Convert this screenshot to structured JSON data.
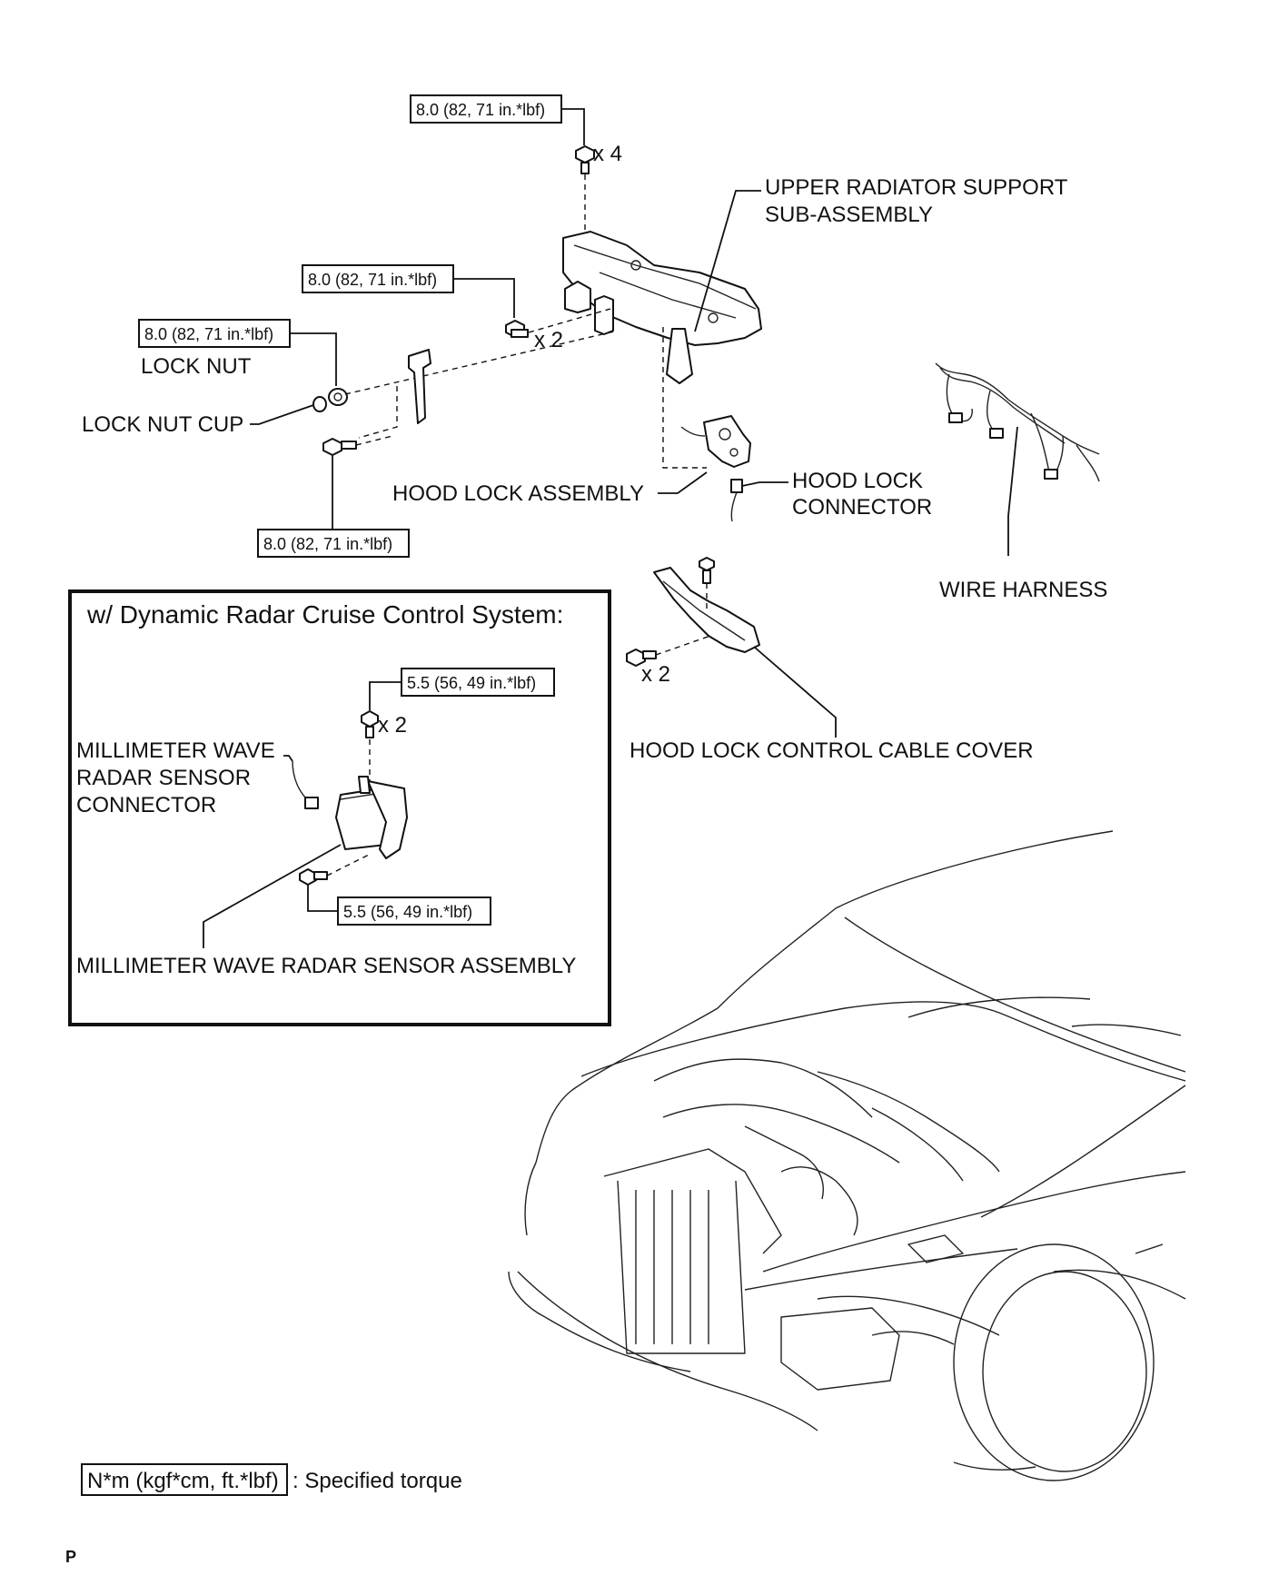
{
  "torque_values": {
    "t1": "8.0 (82, 71 in.*lbf)",
    "t2": "8.0 (82, 71 in.*lbf)",
    "t3": "8.0 (82, 71 in.*lbf)",
    "t4": "8.0 (82, 71 in.*lbf)",
    "t5": "5.5 (56, 49 in.*lbf)",
    "t6": "5.5 (56, 49 in.*lbf)"
  },
  "quantities": {
    "q1": "x 4",
    "q2": "x 2",
    "q3": "x 2",
    "q4": "x 2"
  },
  "labels": {
    "upper_radiator_line1": "UPPER RADIATOR SUPPORT",
    "upper_radiator_line2": "SUB-ASSEMBLY",
    "lock_nut": "LOCK NUT",
    "lock_nut_cup": "LOCK NUT CUP",
    "hood_lock_assembly": "HOOD LOCK ASSEMBLY",
    "hood_lock_connector_line1": "HOOD LOCK",
    "hood_lock_connector_line2": "CONNECTOR",
    "wire_harness": "WIRE HARNESS",
    "hood_lock_control_cable_cover": "HOOD LOCK CONTROL CABLE COVER",
    "mmw_connector_line1": "MILLIMETER WAVE",
    "mmw_connector_line2": "RADAR SENSOR",
    "mmw_connector_line3": "CONNECTOR",
    "mmw_assembly": "MILLIMETER WAVE RADAR SENSOR ASSEMBLY"
  },
  "inset": {
    "title": "w/ Dynamic Radar Cruise Control System:"
  },
  "legend": {
    "unit": "N*m (kgf*cm, ft.*lbf)",
    "description": ": Specified torque"
  },
  "corner_mark": "P",
  "colors": {
    "ink": "#111111",
    "paper": "#ffffff"
  }
}
